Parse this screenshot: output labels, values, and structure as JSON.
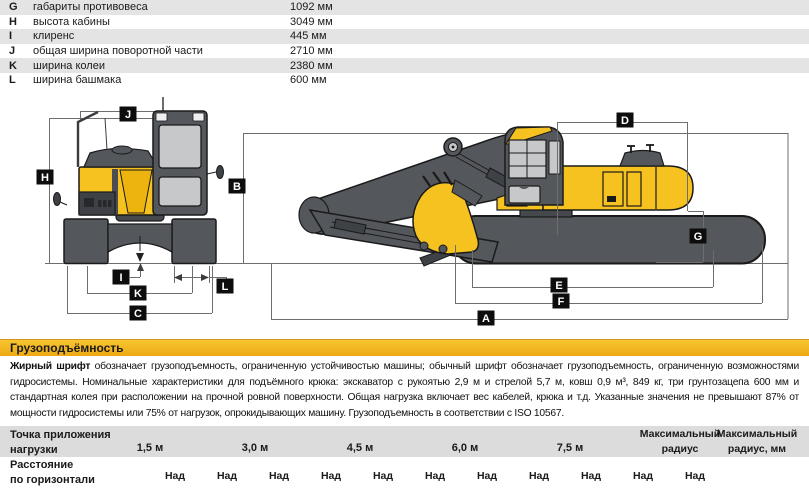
{
  "dimensions_table": {
    "rows": [
      {
        "letter": "G",
        "label": "габариты противовеса",
        "value": "1092 мм"
      },
      {
        "letter": "H",
        "label": "высота кабины",
        "value": "3049 мм"
      },
      {
        "letter": "I",
        "label": "клиренс",
        "value": "445 мм"
      },
      {
        "letter": "J",
        "label": "общая ширина поворотной части",
        "value": "2710 мм"
      },
      {
        "letter": "K",
        "label": "ширина колеи",
        "value": "2380 мм"
      },
      {
        "letter": "L",
        "label": "ширина башмака",
        "value": "600 мм"
      }
    ]
  },
  "diagram": {
    "labels": [
      "A",
      "B",
      "C",
      "D",
      "E",
      "F",
      "G",
      "H",
      "I",
      "J",
      "K",
      "L"
    ]
  },
  "capacity_section": {
    "title": "Грузоподъёмность",
    "lead_bold": "Жирный шрифт",
    "body": "обозначает грузоподъемность, ограниченную устойчивостью машины; обычный шрифт обозначает грузоподъемность, ограниченную возможностями гидросистемы. Номинальные характеристики для подъёмного крюка: экскаватор с рукоятью 2,9 м и стрелой 5,7 м, ковш 0,9 м³, 849 кг, три грунтозацепа 600 мм и стандартная колея при расположении на прочной ровной поверхности. Общая нагрузка включает вес кабелей, крюка и т.д. Указанные значения не превышают 87% от мощности гидросистемы или 75% от нагрузок, опрокидывающих машину. Грузоподъемность в соответствии с ISO 10567."
  },
  "load_table": {
    "corner_line1": "Точка приложения",
    "corner_line2": "нагрузки",
    "col_headers": [
      "1,5 м",
      "3,0 м",
      "4,5 м",
      "6,0 м",
      "7,5 м"
    ],
    "max_radius_label": "Максимальный радиус",
    "max_radius_mm_label": "Максимальный радиус, мм",
    "row_label_line1": "Расстояние",
    "row_label_line2": "по горизонтали",
    "cells": [
      "Над",
      "Над",
      "Над",
      "Над",
      "Над",
      "Над",
      "Над",
      "Над",
      "Над",
      "Над",
      "Над"
    ]
  },
  "colors": {
    "machine_yellow": "#f5c21f",
    "machine_gray": "#54575c",
    "window_gray": "#c7c8ca",
    "band_yellow": "#f2b71f",
    "table_alt_gray": "#e4e4e4",
    "header_gray": "#dcdcdc"
  }
}
